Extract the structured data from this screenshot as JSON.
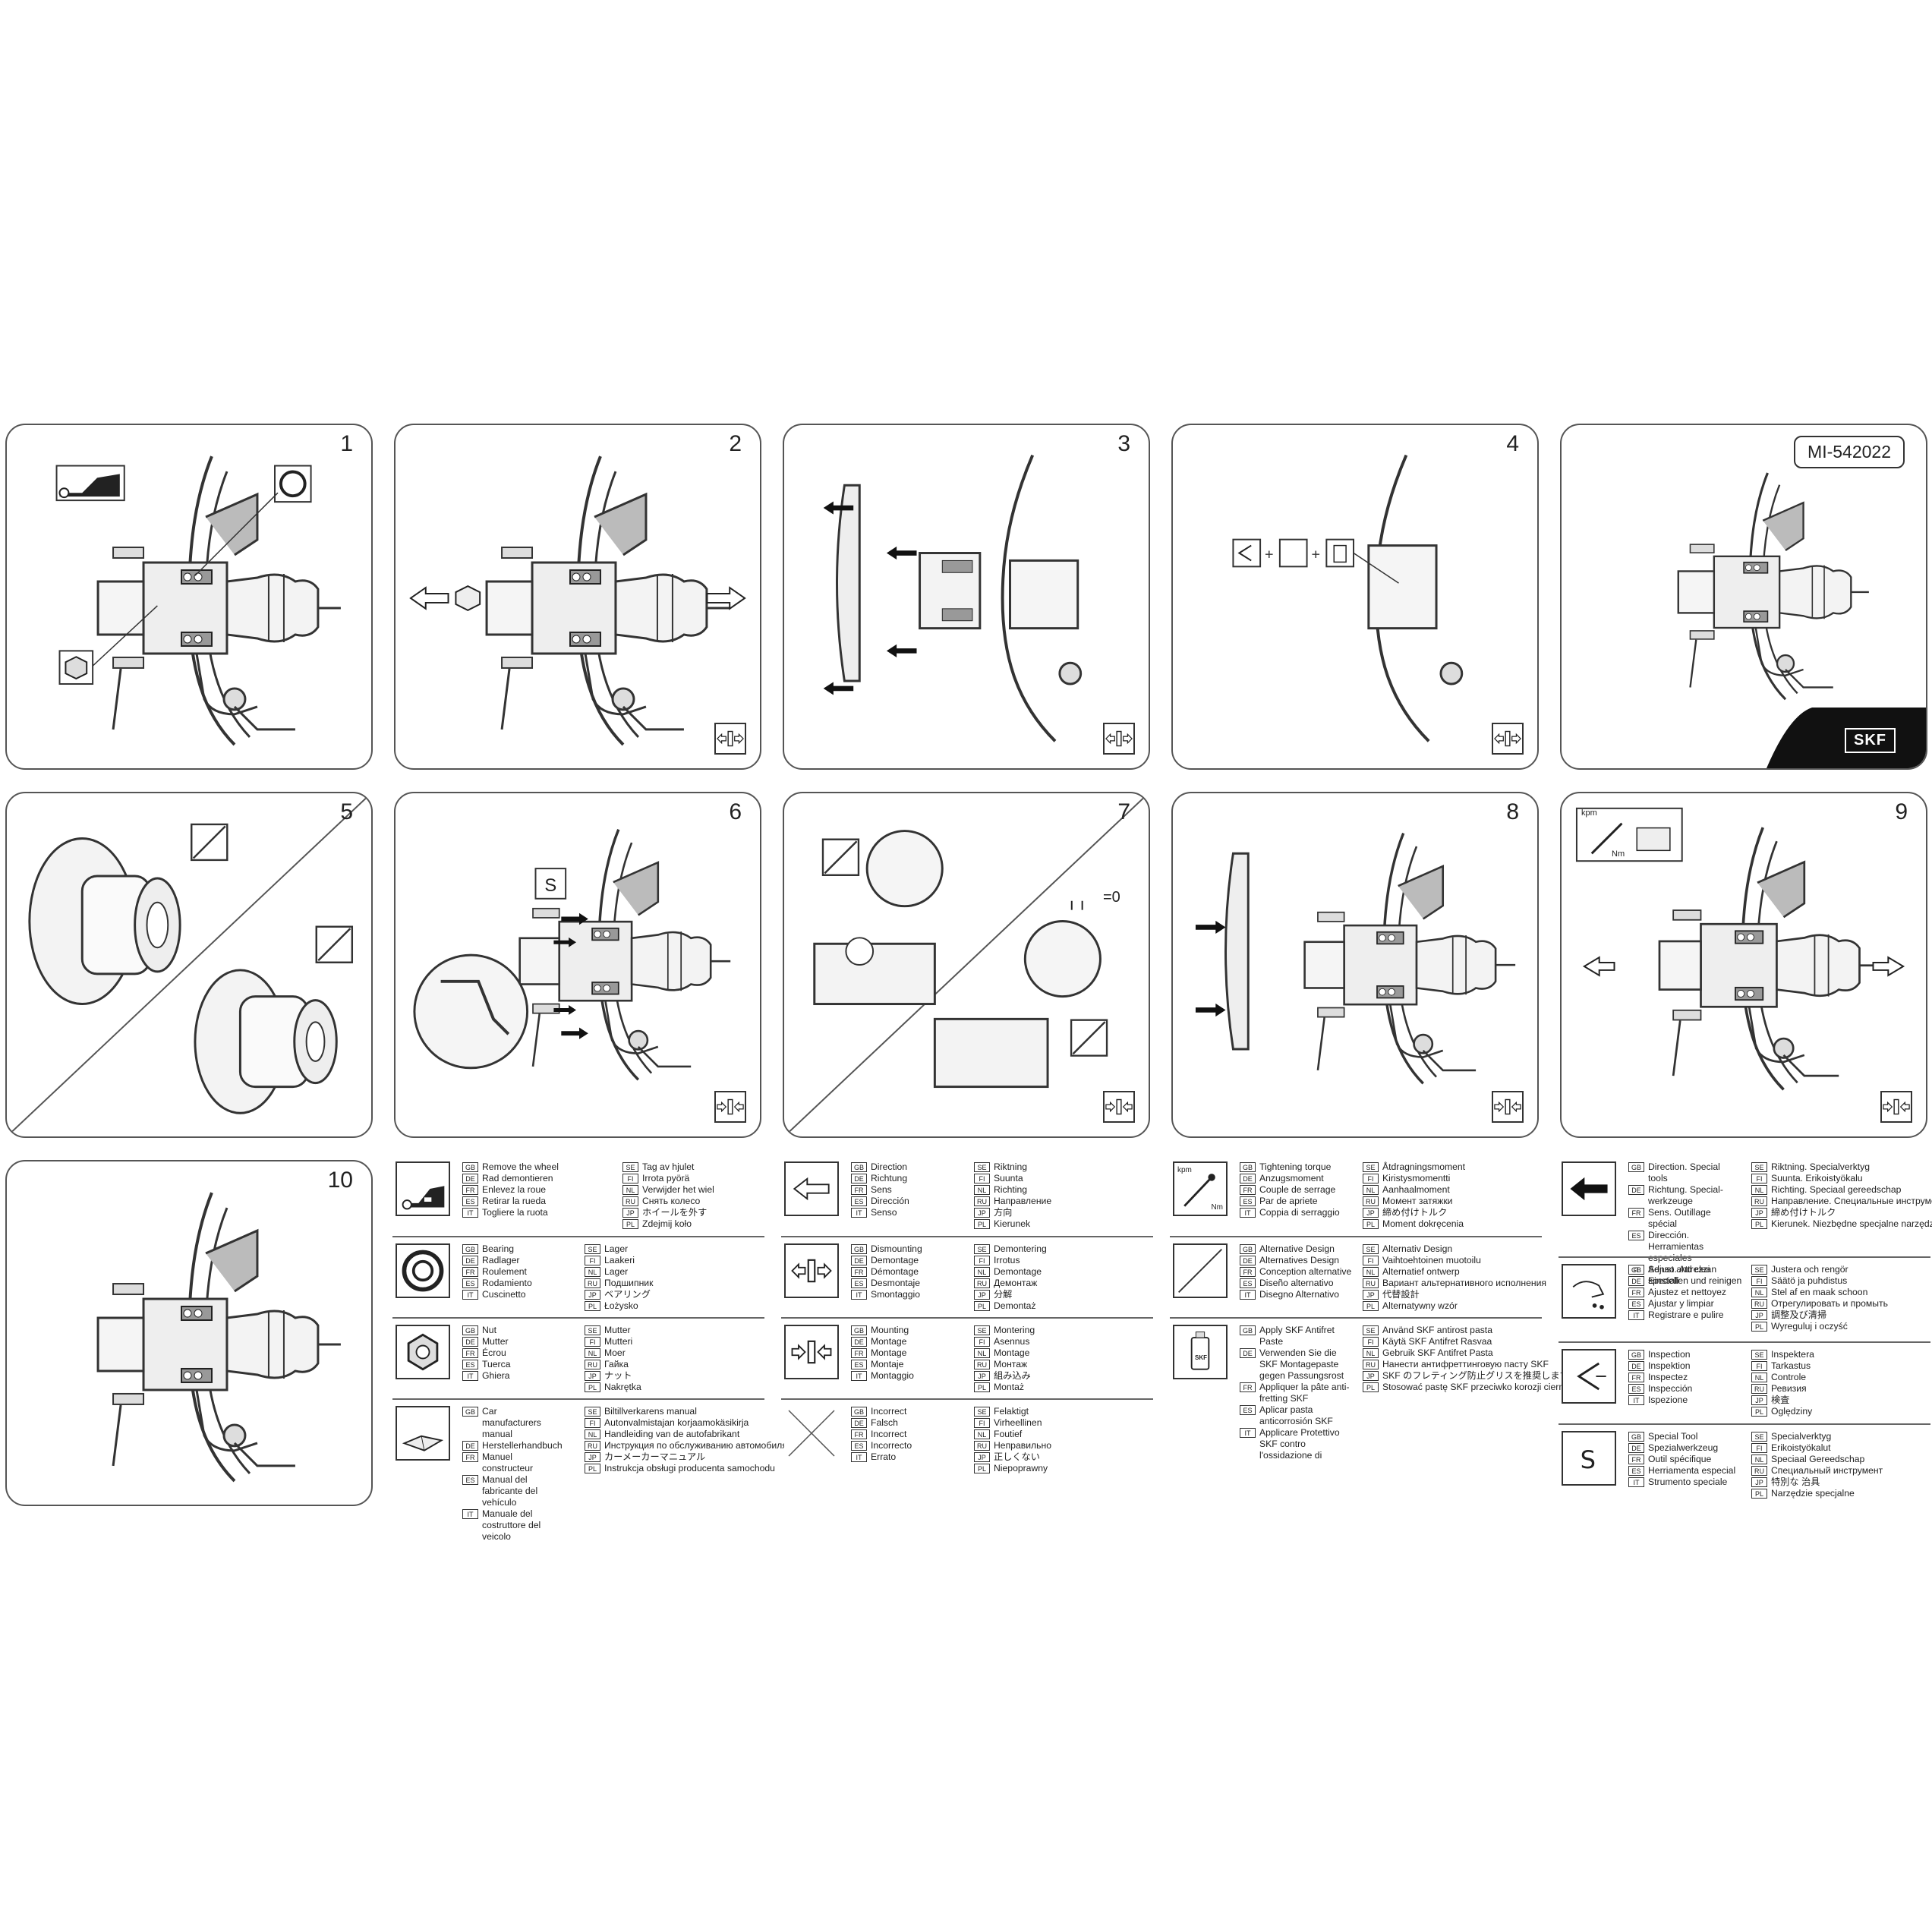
{
  "panels": [
    {
      "num": "1"
    },
    {
      "num": "2"
    },
    {
      "num": "3"
    },
    {
      "num": "4"
    },
    {
      "num": "",
      "code": "MI-542022",
      "logo": "SKF"
    },
    {
      "num": "5"
    },
    {
      "num": "6"
    },
    {
      "num": "7",
      "clearance": "=0"
    },
    {
      "num": "8"
    },
    {
      "num": "9",
      "unit_kpm": "kpm",
      "unit_nm": "Nm"
    },
    {
      "num": "10"
    }
  ],
  "legend": {
    "remove_wheel": {
      "col1": [
        [
          "GB",
          "Remove the wheel"
        ],
        [
          "DE",
          "Rad demontieren"
        ],
        [
          "FR",
          "Enlevez la roue"
        ],
        [
          "ES",
          "Retirar la rueda"
        ],
        [
          "IT",
          "Togliere la ruota"
        ]
      ],
      "col2": [
        [
          "SE",
          "Tag av hjulet"
        ],
        [
          "FI",
          "Irrota pyörä"
        ],
        [
          "NL",
          "Verwijder het wiel"
        ],
        [
          "RU",
          "Снять колесо"
        ],
        [
          "JP",
          "ホイールを外す"
        ],
        [
          "PL",
          "Zdejmij koło"
        ]
      ]
    },
    "bearing": {
      "col1": [
        [
          "GB",
          "Bearing"
        ],
        [
          "DE",
          "Radlager"
        ],
        [
          "FR",
          "Roulement"
        ],
        [
          "ES",
          "Rodamiento"
        ],
        [
          "IT",
          "Cuscinetto"
        ]
      ],
      "col2": [
        [
          "SE",
          "Lager"
        ],
        [
          "FI",
          "Laakeri"
        ],
        [
          "NL",
          "Lager"
        ],
        [
          "RU",
          "Подшипник"
        ],
        [
          "JP",
          "ベアリング"
        ],
        [
          "PL",
          "Łożysko"
        ]
      ]
    },
    "nut": {
      "col1": [
        [
          "GB",
          "Nut"
        ],
        [
          "DE",
          "Mutter"
        ],
        [
          "FR",
          "Écrou"
        ],
        [
          "ES",
          "Tuerca"
        ],
        [
          "IT",
          "Ghiera"
        ]
      ],
      "col2": [
        [
          "SE",
          "Mutter"
        ],
        [
          "FI",
          "Mutteri"
        ],
        [
          "NL",
          "Moer"
        ],
        [
          "RU",
          "Гайка"
        ],
        [
          "JP",
          "ナット"
        ],
        [
          "PL",
          "Nakrętka"
        ]
      ]
    },
    "manual": {
      "col1": [
        [
          "GB",
          "Car manufacturers manual"
        ],
        [
          "DE",
          "Herstellerhandbuch"
        ],
        [
          "FR",
          "Manuel constructeur"
        ],
        [
          "ES",
          "Manual del fabricante del vehículo"
        ],
        [
          "IT",
          "Manuale del costruttore del veicolo"
        ]
      ],
      "col2": [
        [
          "SE",
          "Biltillverkarens manual"
        ],
        [
          "FI",
          "Autonvalmistajan korjaamokäsikirja"
        ],
        [
          "NL",
          "Handleiding van de autofabrikant"
        ],
        [
          "RU",
          "Инструкция по обслуживанию автомобиля"
        ],
        [
          "JP",
          "カーメーカーマニュアル"
        ],
        [
          "PL",
          "Instrukcja obsługi producenta samochodu"
        ]
      ]
    },
    "direction": {
      "col1": [
        [
          "GB",
          "Direction"
        ],
        [
          "DE",
          "Richtung"
        ],
        [
          "FR",
          "Sens"
        ],
        [
          "ES",
          "Dirección"
        ],
        [
          "IT",
          "Senso"
        ]
      ],
      "col2": [
        [
          "SE",
          "Riktning"
        ],
        [
          "FI",
          "Suunta"
        ],
        [
          "NL",
          "Richting"
        ],
        [
          "RU",
          "Направление"
        ],
        [
          "JP",
          "方向"
        ],
        [
          "PL",
          "Kierunek"
        ]
      ]
    },
    "dismounting": {
      "col1": [
        [
          "GB",
          "Dismounting"
        ],
        [
          "DE",
          "Demontage"
        ],
        [
          "FR",
          "Démontage"
        ],
        [
          "ES",
          "Desmontaje"
        ],
        [
          "IT",
          "Smontaggio"
        ]
      ],
      "col2": [
        [
          "SE",
          "Demontering"
        ],
        [
          "FI",
          "Irrotus"
        ],
        [
          "NL",
          "Demontage"
        ],
        [
          "RU",
          "Демонтаж"
        ],
        [
          "JP",
          "分解"
        ],
        [
          "PL",
          "Demontaż"
        ]
      ]
    },
    "mounting": {
      "col1": [
        [
          "GB",
          "Mounting"
        ],
        [
          "DE",
          "Montage"
        ],
        [
          "FR",
          "Montage"
        ],
        [
          "ES",
          "Montaje"
        ],
        [
          "IT",
          "Montaggio"
        ]
      ],
      "col2": [
        [
          "SE",
          "Montering"
        ],
        [
          "FI",
          "Asennus"
        ],
        [
          "NL",
          "Montage"
        ],
        [
          "RU",
          "Монтаж"
        ],
        [
          "JP",
          "組み込み"
        ],
        [
          "PL",
          "Montaż"
        ]
      ]
    },
    "incorrect": {
      "col1": [
        [
          "GB",
          "Incorrect"
        ],
        [
          "DE",
          "Falsch"
        ],
        [
          "FR",
          "Incorrect"
        ],
        [
          "ES",
          "Incorrecto"
        ],
        [
          "IT",
          "Errato"
        ]
      ],
      "col2": [
        [
          "SE",
          "Felaktigt"
        ],
        [
          "FI",
          "Virheellinen"
        ],
        [
          "NL",
          "Foutief"
        ],
        [
          "RU",
          "Неправильно"
        ],
        [
          "JP",
          "正しくない"
        ],
        [
          "PL",
          "Niepoprawny"
        ]
      ]
    },
    "torque": {
      "icon_kpm": "kpm",
      "icon_nm": "Nm",
      "col1": [
        [
          "GB",
          "Tightening torque"
        ],
        [
          "DE",
          "Anzugsmoment"
        ],
        [
          "FR",
          "Couple de serrage"
        ],
        [
          "ES",
          "Par de apriete"
        ],
        [
          "IT",
          "Coppia di serraggio"
        ]
      ],
      "col2": [
        [
          "SE",
          "Åtdragningsmoment"
        ],
        [
          "FI",
          "Kiristysmomentti"
        ],
        [
          "NL",
          "Aanhaalmoment"
        ],
        [
          "RU",
          "Момент затяжки"
        ],
        [
          "JP",
          "締め付けトルク"
        ],
        [
          "PL",
          "Moment dokręcenia"
        ]
      ]
    },
    "alternative": {
      "col1": [
        [
          "GB",
          "Alternative Design"
        ],
        [
          "DE",
          "Alternatives Design"
        ],
        [
          "FR",
          "Conception alternative"
        ],
        [
          "ES",
          "Diseño alternativo"
        ],
        [
          "IT",
          "Disegno Alternativo"
        ]
      ],
      "col2": [
        [
          "SE",
          "Alternativ Design"
        ],
        [
          "FI",
          "Vaihtoehtoinen muotoilu"
        ],
        [
          "NL",
          "Alternatief ontwerp"
        ],
        [
          "RU",
          "Вариант альтернативного исполнения"
        ],
        [
          "JP",
          "代替設計"
        ],
        [
          "PL",
          "Alternatywny wzór"
        ]
      ]
    },
    "antifret": {
      "icon_label": "SKF",
      "col1": [
        [
          "GB",
          "Apply SKF Antifret Paste"
        ],
        [
          "DE",
          "Verwenden Sie die SKF Montagepaste gegen Passungsrost"
        ],
        [
          "FR",
          "Appliquer la pâte anti-fretting SKF"
        ],
        [
          "ES",
          "Aplicar pasta anticorrosión SKF"
        ],
        [
          "IT",
          "Applicare Protettivo SKF contro l'ossidazione di"
        ]
      ],
      "col2": [
        [
          "SE",
          "Använd SKF antirost pasta"
        ],
        [
          "FI",
          "Käytä SKF Antifret Rasvaa"
        ],
        [
          "NL",
          "Gebruik SKF Antifret Pasta"
        ],
        [
          "RU",
          "Нанести антифреттинговую пасту SKF"
        ],
        [
          "JP",
          "SKF のフレティング防止グリスを推奨します"
        ],
        [
          "PL",
          "Stosować pastę SKF przeciwko korozji ciernej"
        ]
      ]
    },
    "special_dir": {
      "col1": [
        [
          "GB",
          "Direction. Special tools"
        ],
        [
          "DE",
          "Richtung. Special-werkzeuge"
        ],
        [
          "FR",
          "Sens. Outillage spécial"
        ],
        [
          "ES",
          "Dirección. Herramientas especiales"
        ],
        [
          "IT",
          "Senso. Attrezzi speciali"
        ]
      ],
      "col2": [
        [
          "SE",
          "Riktning. Specialverktyg"
        ],
        [
          "FI",
          "Suunta. Erikoistyökalu"
        ],
        [
          "NL",
          "Richting. Speciaal gereedschap"
        ],
        [
          "RU",
          "Направление. Специальные инструменты"
        ],
        [
          "JP",
          "締め付けトルク"
        ],
        [
          "PL",
          "Kierunek. Niezbędne specjalne narzędzia montażu"
        ]
      ]
    },
    "adjust_clean": {
      "col1": [
        [
          "GB",
          "Adjust and clean"
        ],
        [
          "DE",
          "Einstellen und reinigen"
        ],
        [
          "FR",
          "Ajustez et nettoyez"
        ],
        [
          "ES",
          "Ajustar y limpiar"
        ],
        [
          "IT",
          "Registrare e pulire"
        ]
      ],
      "col2": [
        [
          "SE",
          "Justera och rengör"
        ],
        [
          "FI",
          "Säätö ja puhdistus"
        ],
        [
          "NL",
          "Stel af en maak schoon"
        ],
        [
          "RU",
          "Отрегулировать и промыть"
        ],
        [
          "JP",
          "調整及び清掃"
        ],
        [
          "PL",
          "Wyreguluj i oczyść"
        ]
      ]
    },
    "inspection": {
      "col1": [
        [
          "GB",
          "Inspection"
        ],
        [
          "DE",
          "Inspektion"
        ],
        [
          "FR",
          "Inspectez"
        ],
        [
          "ES",
          "Inspección"
        ],
        [
          "IT",
          "Ispezione"
        ]
      ],
      "col2": [
        [
          "SE",
          "Inspektera"
        ],
        [
          "FI",
          "Tarkastus"
        ],
        [
          "NL",
          "Controle"
        ],
        [
          "RU",
          "Ревизия"
        ],
        [
          "JP",
          "検査"
        ],
        [
          "PL",
          "Oględziny"
        ]
      ]
    },
    "special_tool": {
      "col1": [
        [
          "GB",
          "Special Tool"
        ],
        [
          "DE",
          "Spezialwerkzeug"
        ],
        [
          "FR",
          "Outil spécifique"
        ],
        [
          "ES",
          "Herriamenta especial"
        ],
        [
          "IT",
          "Strumento speciale"
        ]
      ],
      "col2": [
        [
          "SE",
          "Specialverktyg"
        ],
        [
          "FI",
          "Erikoistyökalut"
        ],
        [
          "NL",
          "Speciaal Gereedschap"
        ],
        [
          "RU",
          "Специальный инструмент"
        ],
        [
          "JP",
          "特別な 治具"
        ],
        [
          "PL",
          "Narzędzie specjalne"
        ]
      ]
    }
  }
}
